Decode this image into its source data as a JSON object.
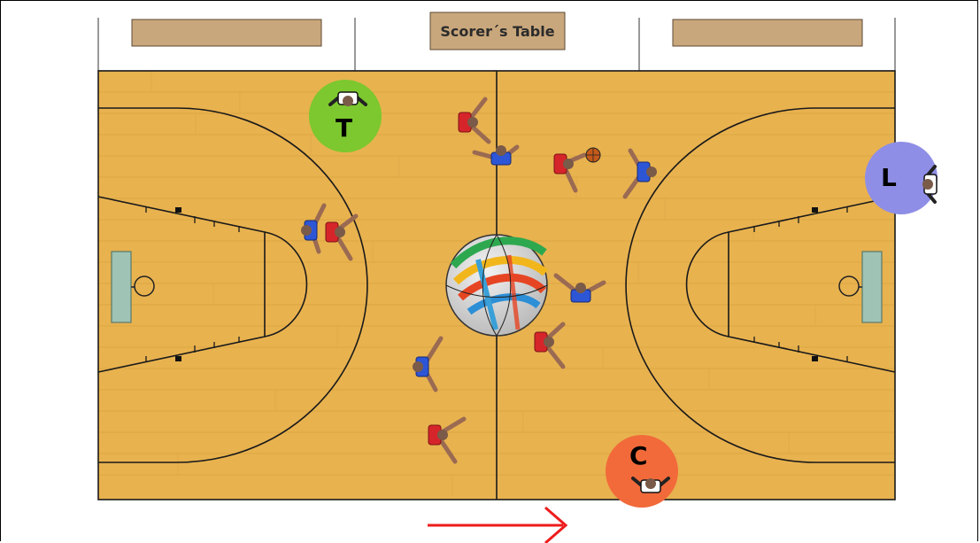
{
  "scorer_table": {
    "label": "Scorer´s Table"
  },
  "officials": {
    "trail": {
      "letter": "T",
      "color": "#7cc82e"
    },
    "lead": {
      "letter": "L",
      "color": "#8f8ee6"
    },
    "center": {
      "letter": "C",
      "color": "#f26a3a"
    }
  },
  "colors": {
    "floor": "#e8b24f",
    "floor_line": "#d9a240",
    "lines": "#1a1a1a",
    "bench": "#c9a77c",
    "team_red": "#d6252a",
    "team_blue": "#2d56d6",
    "skin": "#9a6a52",
    "arrow": "#ee1c1c"
  },
  "direction_arrow": {
    "icon": "right-arrow-icon"
  }
}
